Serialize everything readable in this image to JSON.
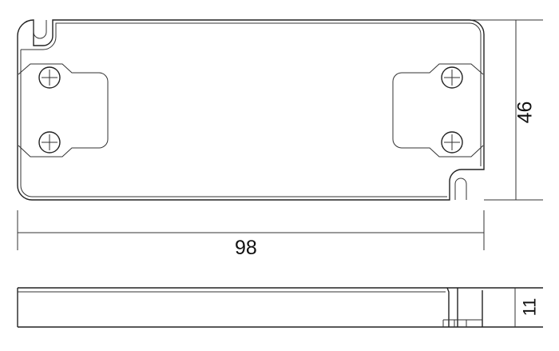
{
  "dimensions": {
    "length_label": "98",
    "width_label": "46",
    "height_label": "11"
  }
}
